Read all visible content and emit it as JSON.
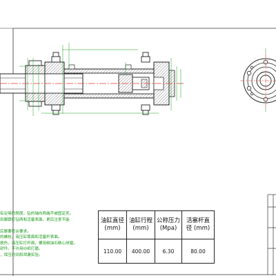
{
  "notes": {
    "lines": [
      "有足够的刚度。钻的轴向两端不被固定死。",
      "到脚跟打钻两和活塞表面。更后注意不能",
      "",
      "后脚要符合要求。",
      "的螺栓、液压缸筒面和活塞杆表面。",
      "损伤，液压缸打杆面，要用细油石精心研磨。",
      "封件。不许用纱纸打磨。",
      "，保压时间和泄漏实验。"
    ]
  },
  "spec_table": {
    "headers": [
      [
        "油缸直径",
        "(mm)"
      ],
      [
        "油缸行程",
        "(mm)"
      ],
      [
        "公称压力",
        "(Mpa)"
      ],
      [
        "活塞杆直",
        "径 (mm)"
      ]
    ],
    "values": [
      "110.00",
      "400.00",
      "6.30",
      "80.00"
    ]
  },
  "colors": {
    "outline": "#222222",
    "dimension": "#1c9a1c",
    "centerline": "#e53935",
    "hatch": "#444444",
    "notes_text": "#1c9a1c"
  }
}
